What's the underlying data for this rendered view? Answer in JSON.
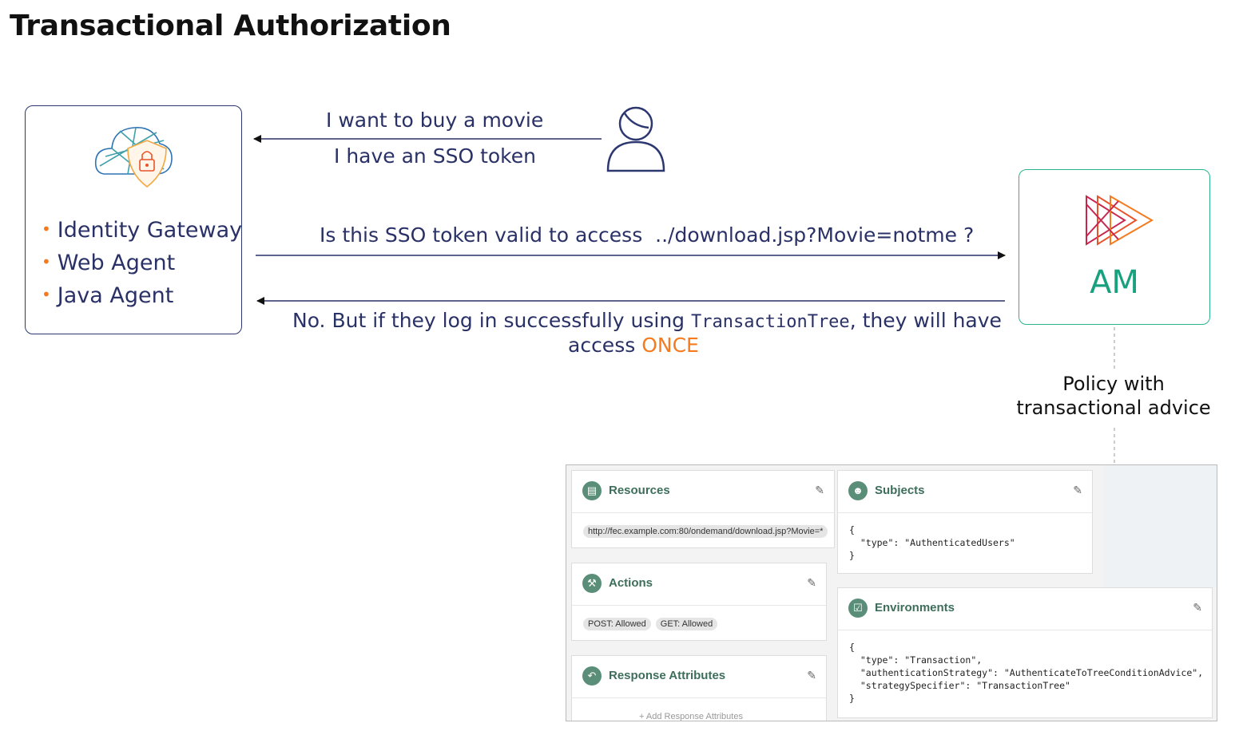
{
  "title": "Transactional Authorization",
  "client": {
    "items": [
      "Identity Gateway",
      "Web Agent",
      "Java Agent"
    ]
  },
  "messages": {
    "user_line1": "I want to buy a movie",
    "user_line2": "I have an SSO token",
    "request_prefix": "Is this SSO token valid to access",
    "request_path": "../download.jsp?Movie=notme ?",
    "response_prefix": "No. But if they log in successfully using ",
    "response_tree": "TransactionTree",
    "response_suffix": ", they will have",
    "response_line2": "access ",
    "response_once": "ONCE"
  },
  "am": {
    "label": "AM"
  },
  "policy_label": {
    "line1": "Policy with",
    "line2": "transactional advice"
  },
  "policy_panel": {
    "resources": {
      "title": "Resources",
      "url": "http://fec.example.com:80/ondemand/download.jsp?Movie=*"
    },
    "subjects": {
      "title": "Subjects",
      "code": "{\n  \"type\": \"AuthenticatedUsers\"\n}"
    },
    "actions": {
      "title": "Actions",
      "pills": [
        "POST: Allowed",
        "GET: Allowed"
      ]
    },
    "environments": {
      "title": "Environments",
      "code": "{\n  \"type\": \"Transaction\",\n  \"authenticationStrategy\": \"AuthenticateToTreeConditionAdvice\",\n  \"strategySpecifier\": \"TransactionTree\"\n}"
    },
    "response_attributes": {
      "title": "Response Attributes",
      "add_label": "+ Add Response Attributes"
    }
  },
  "colors": {
    "navy": "#2a3166",
    "accent_orange": "#f47b20",
    "am_green": "#18a07f",
    "policy_green": "#5a8e78"
  },
  "icons": [
    "cloud-lock-icon",
    "user-icon",
    "am-logo-icon",
    "document-icon",
    "users-icon",
    "gavel-icon",
    "checkbox-icon",
    "reply-icon",
    "pencil-icon"
  ]
}
